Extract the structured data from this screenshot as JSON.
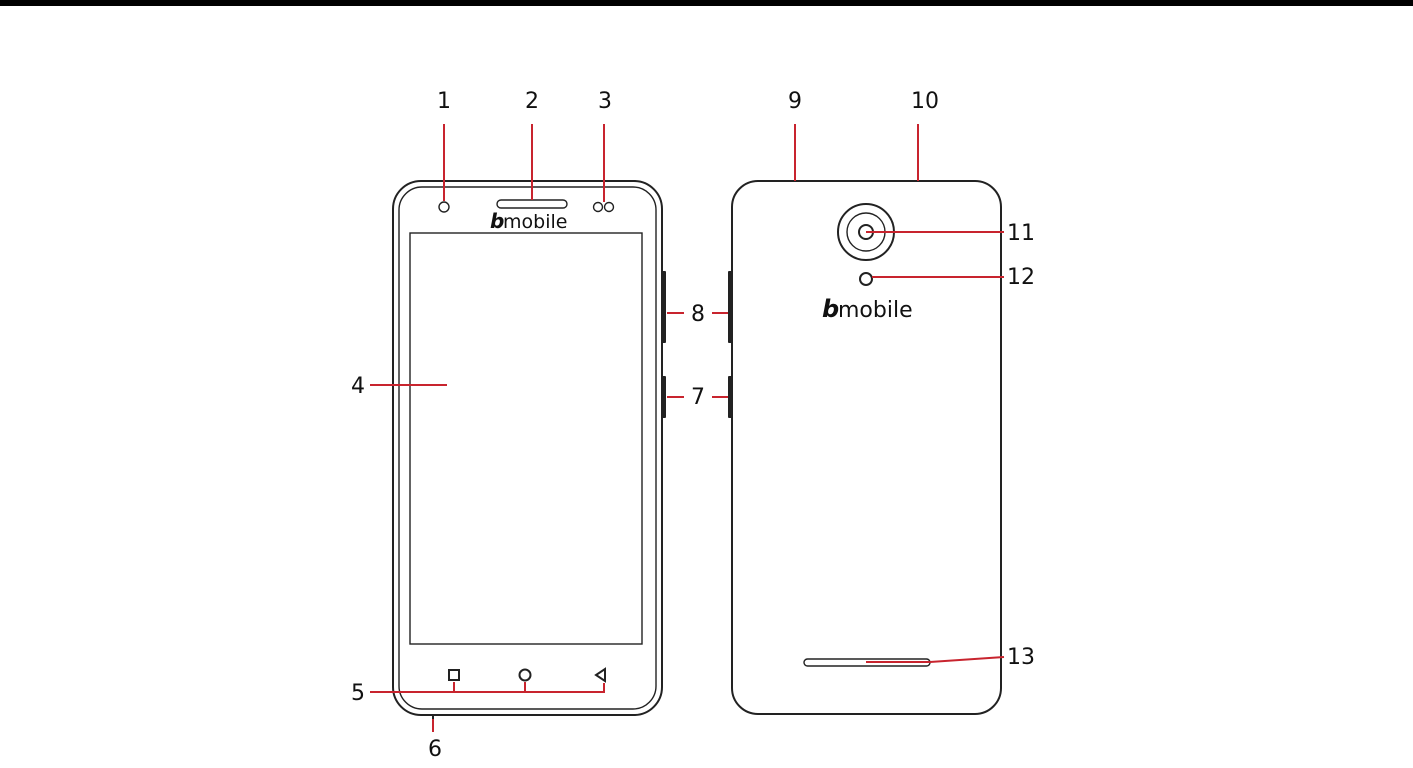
{
  "diagram": {
    "accent_color": "#c8242e",
    "line_color": "#222222",
    "front": {
      "brand_mark": "b",
      "brand_text": "mobile",
      "callouts": {
        "c1": "1",
        "c2": "2",
        "c3": "3",
        "c4": "4",
        "c5": "5",
        "c6": "6",
        "c7": "7",
        "c8": "8"
      },
      "nav_icons": [
        "square-icon",
        "circle-icon",
        "triangle-back-icon"
      ]
    },
    "back": {
      "brand_mark": "b",
      "brand_text": "mobile",
      "callouts": {
        "c9": "9",
        "c10": "10",
        "c11": "11",
        "c12": "12",
        "c13": "13"
      }
    }
  }
}
